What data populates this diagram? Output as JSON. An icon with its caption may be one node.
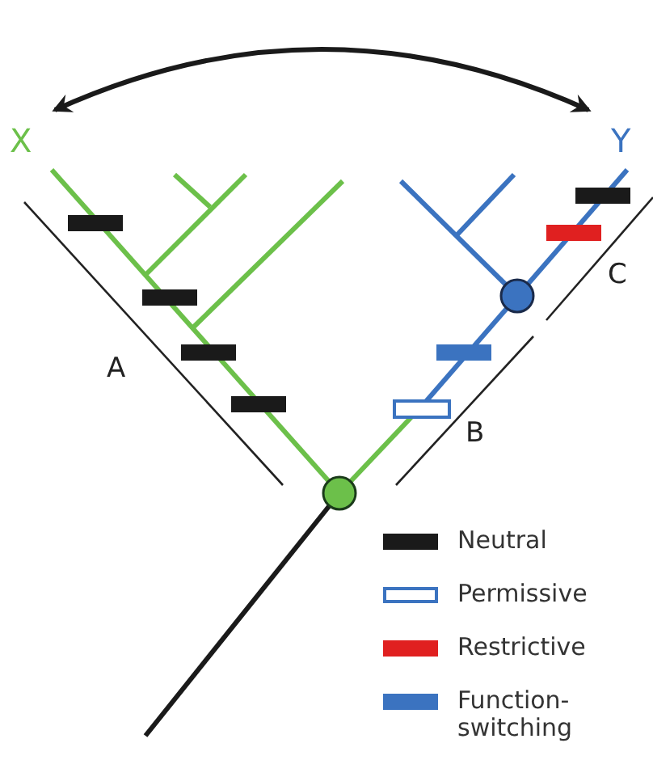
{
  "diagram": {
    "nodes": [
      {
        "text": [
          "X"
        ]
      },
      {
        "text": [
          "Y"
        ]
      }
    ],
    "edges": [
      {
        "from": 0,
        "to": 1,
        "arrow": "both"
      }
    ],
    "labels": [
      "A",
      "B",
      "C"
    ],
    "legend": [
      {
        "text": "Neutral",
        "color": "#1a1a1a"
      },
      {
        "text": "Permissive"
      },
      {
        "text": "Restrictive",
        "color": "#e02020"
      },
      {
        "text": "Function-switching",
        "color": "#3b73c0"
      }
    ]
  }
}
